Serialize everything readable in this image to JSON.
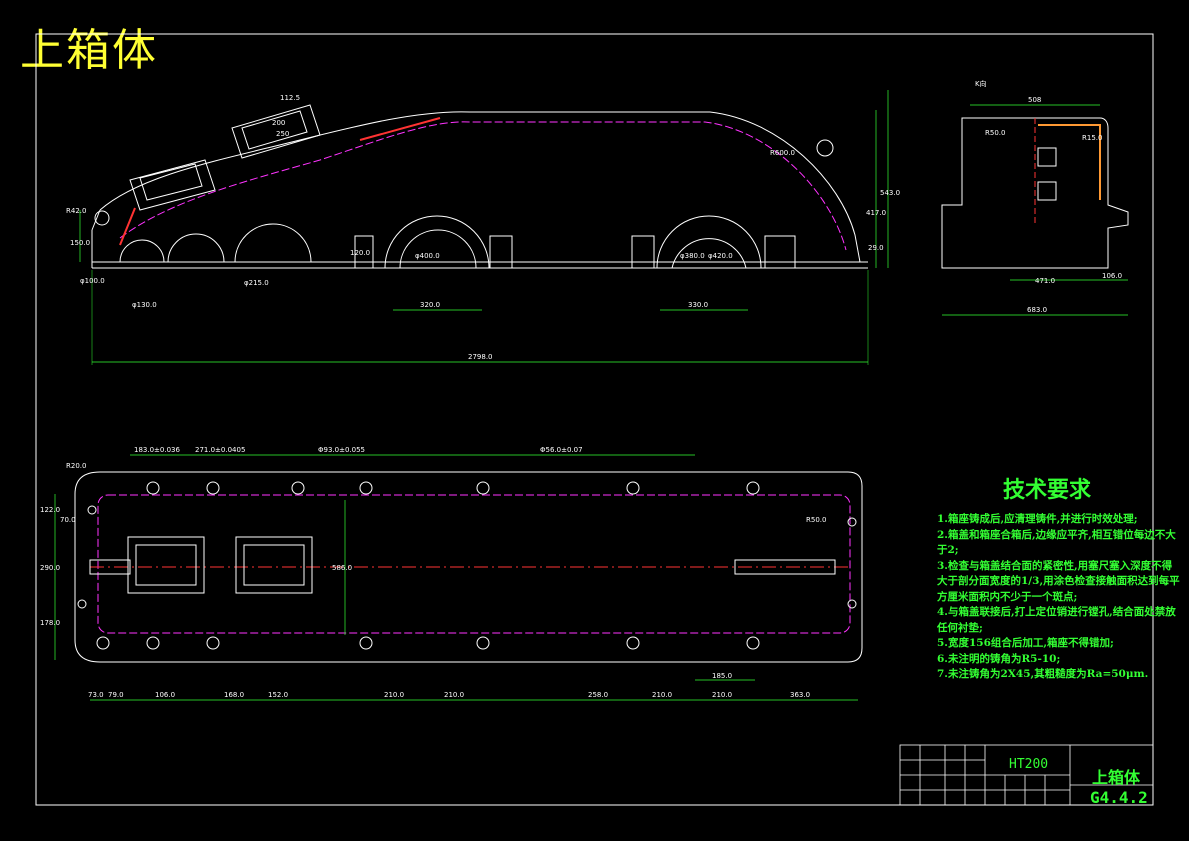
{
  "drawing": {
    "title": "上箱体",
    "section_label": "K向",
    "tech_requirements": {
      "heading": "技术要求",
      "items": [
        "1.箱座铸成后,应清理铸件,并进行时效处理;",
        "2.箱盖和箱座合箱后,边缘应平齐,相互错位每边不大于2;",
        "3.检查与箱盖结合面的紧密性,用塞尺塞入深度不得大于剖分面宽度的1/3,用涂色检查接触面积达到每平方厘米面积内不少于一个斑点;",
        "4.与箱盖联接后,打上定位销进行镗孔,结合面处禁放任何衬垫;",
        "5.宽度156组合后加工,箱座不得错加;",
        "6.未注明的铸角为R5-10;",
        "7.未注铸角为2X45,其粗糙度为Ra=50μm."
      ]
    },
    "title_block": {
      "material": "HT200",
      "part_name": "上箱体",
      "drawing_no": "G4.4.2"
    },
    "dimensions": {
      "front": [
        "2798.0",
        "320.0",
        "330.0",
        "φ130.0",
        "φ100.0",
        "φ215.0",
        "φ400.0",
        "φ420.0",
        "φ380.0",
        "150.0",
        "120.0",
        "417.0",
        "543.0",
        "29.0",
        "R42.0",
        "R600.0",
        "250",
        "200",
        "112.5"
      ],
      "side": [
        "508",
        "471.0",
        "106.0",
        "683.0",
        "R50.0",
        "R15.0"
      ],
      "plan": [
        "183.0±0.036",
        "271.0±0.0405",
        "Φ93.0±0.055",
        "Φ56.0±0.07",
        "73.0",
        "79.0",
        "106.0",
        "168.0",
        "152.0",
        "210.0",
        "210.0",
        "258.0",
        "210.0",
        "210.0",
        "363.0",
        "185.0",
        "122.0",
        "70.0",
        "290.0",
        "178.0",
        "586.0",
        "R50.0",
        "R20.0"
      ]
    }
  }
}
